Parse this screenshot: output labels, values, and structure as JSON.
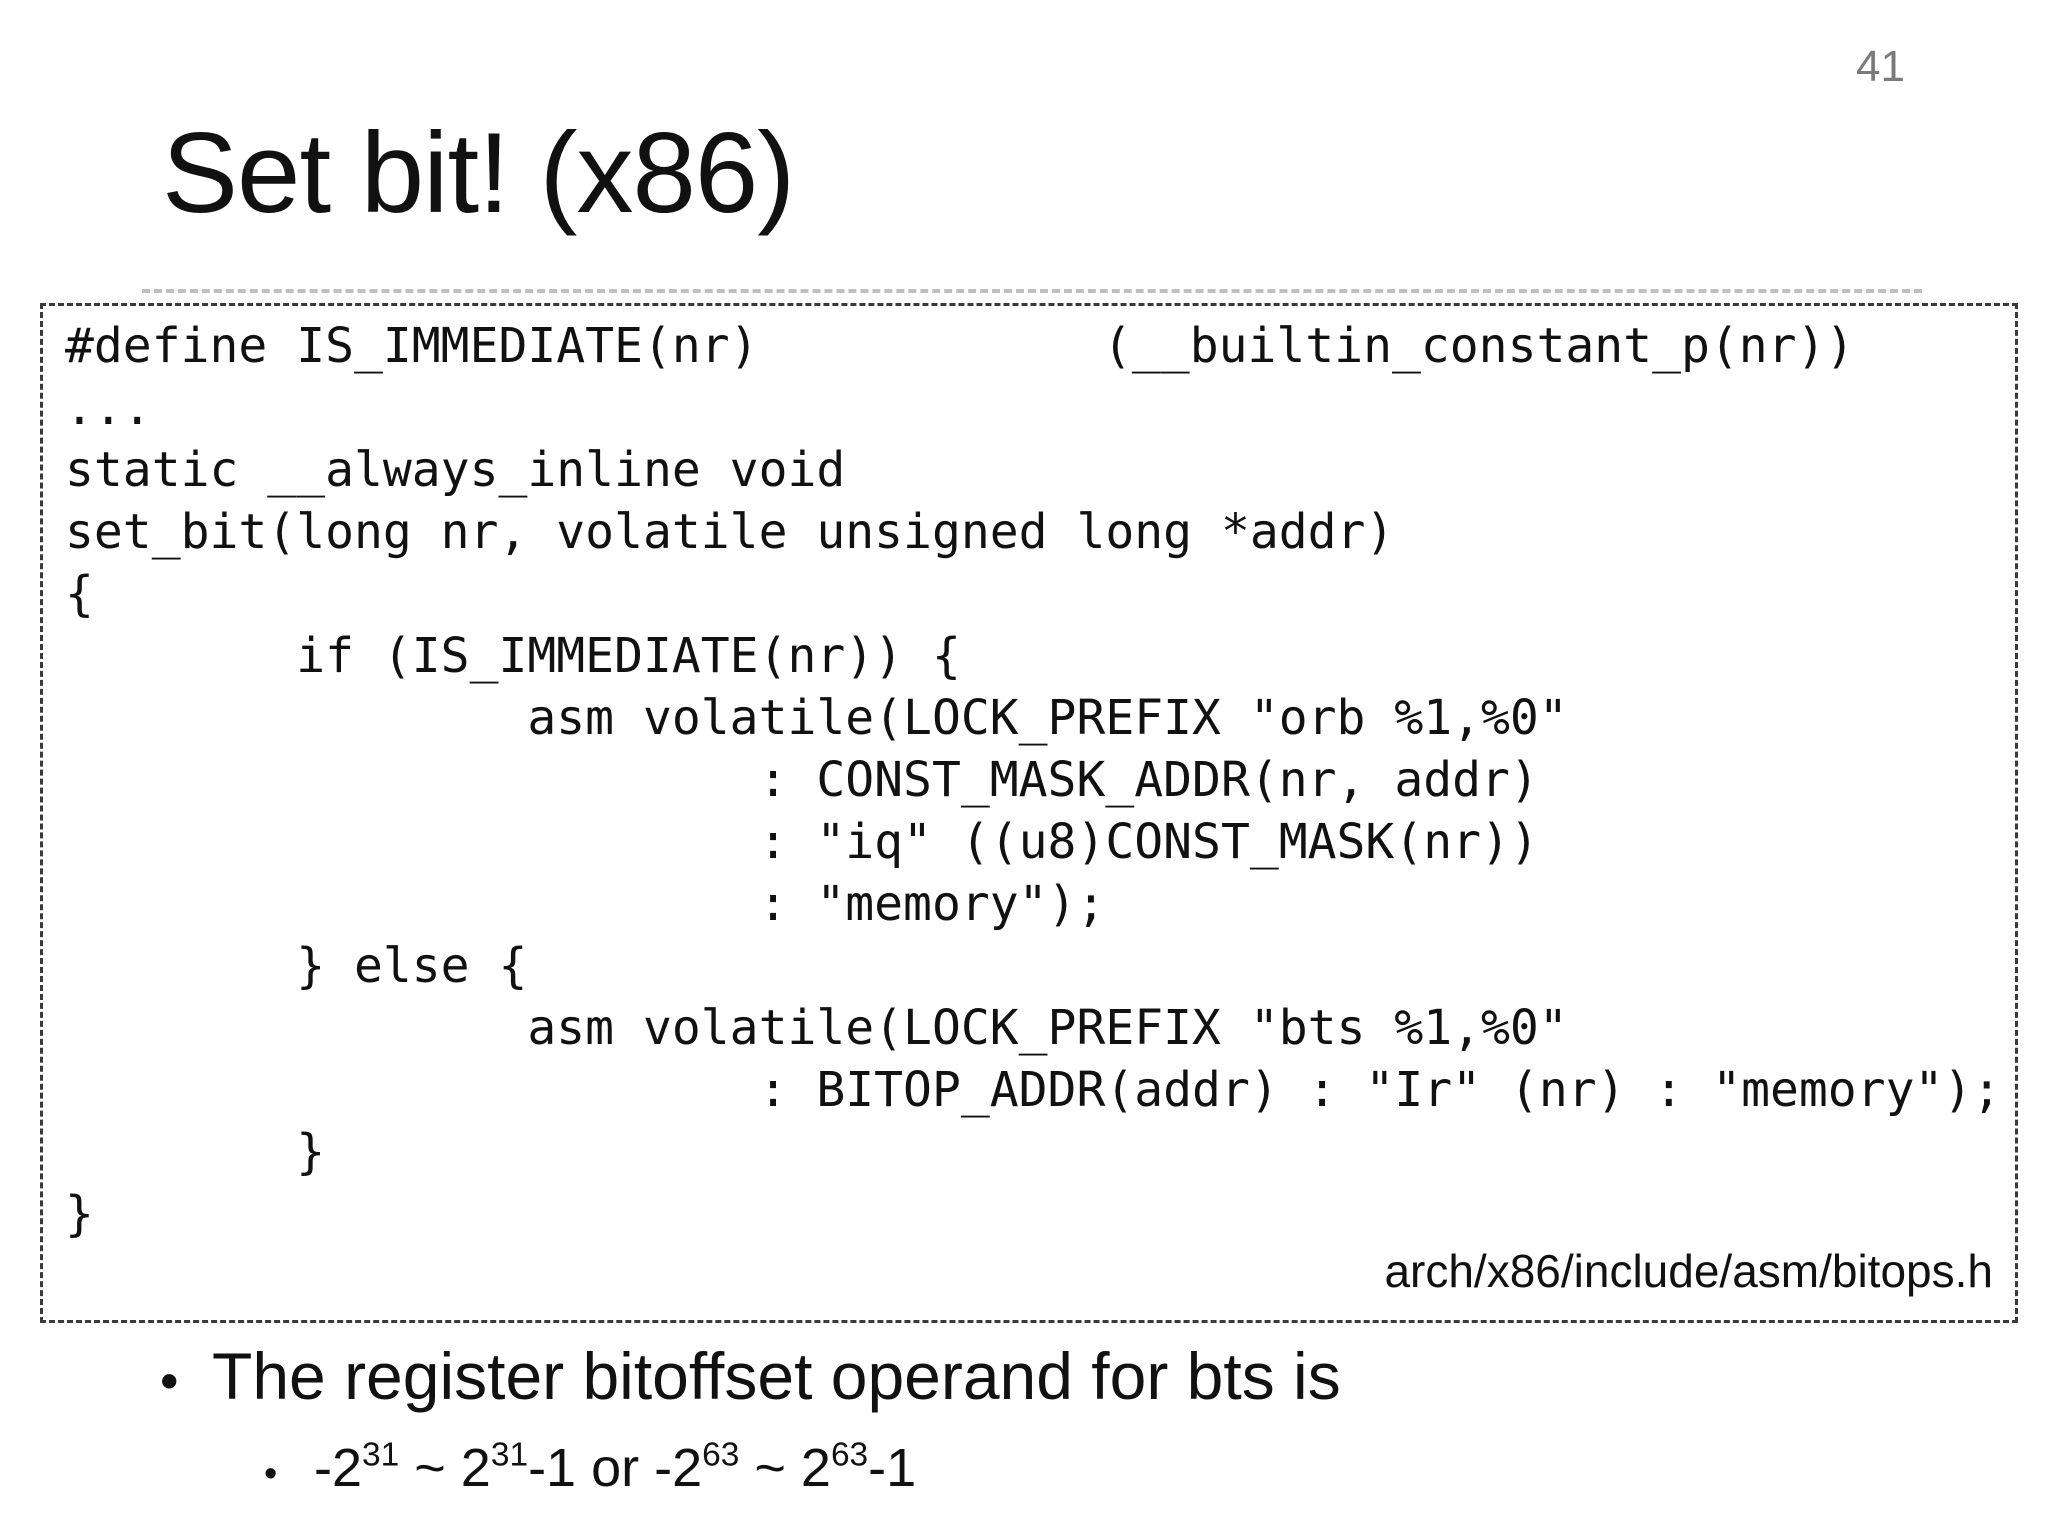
{
  "slide": {
    "number": "41",
    "title": "Set bit! (x86)"
  },
  "code": {
    "define_line": "#define IS_IMMEDIATE(nr)",
    "define_value": "(__builtin_constant_p(nr))",
    "lines": [
      "...",
      "static __always_inline void",
      "set_bit(long nr, volatile unsigned long *addr)",
      "{",
      "        if (IS_IMMEDIATE(nr)) {",
      "                asm volatile(LOCK_PREFIX \"orb %1,%0\"",
      "                        : CONST_MASK_ADDR(nr, addr)",
      "                        : \"iq\" ((u8)CONST_MASK(nr))",
      "                        : \"memory\");",
      "        } else {",
      "                asm volatile(LOCK_PREFIX \"bts %1,%0\"",
      "                        : BITOP_ADDR(addr) : \"Ir\" (nr) : \"memory\");",
      "        }",
      "}"
    ],
    "source": "arch/x86/include/asm/bitops.h"
  },
  "bullets": {
    "main": "The register bitoffset operand for bts is",
    "sub": {
      "p1": "-2",
      "e1": "31",
      "p2": " ~ 2",
      "e2": "31",
      "p3": "-1 or -2",
      "e3": "63",
      "p4": " ~ 2",
      "e4": "63",
      "p5": "-1"
    }
  }
}
